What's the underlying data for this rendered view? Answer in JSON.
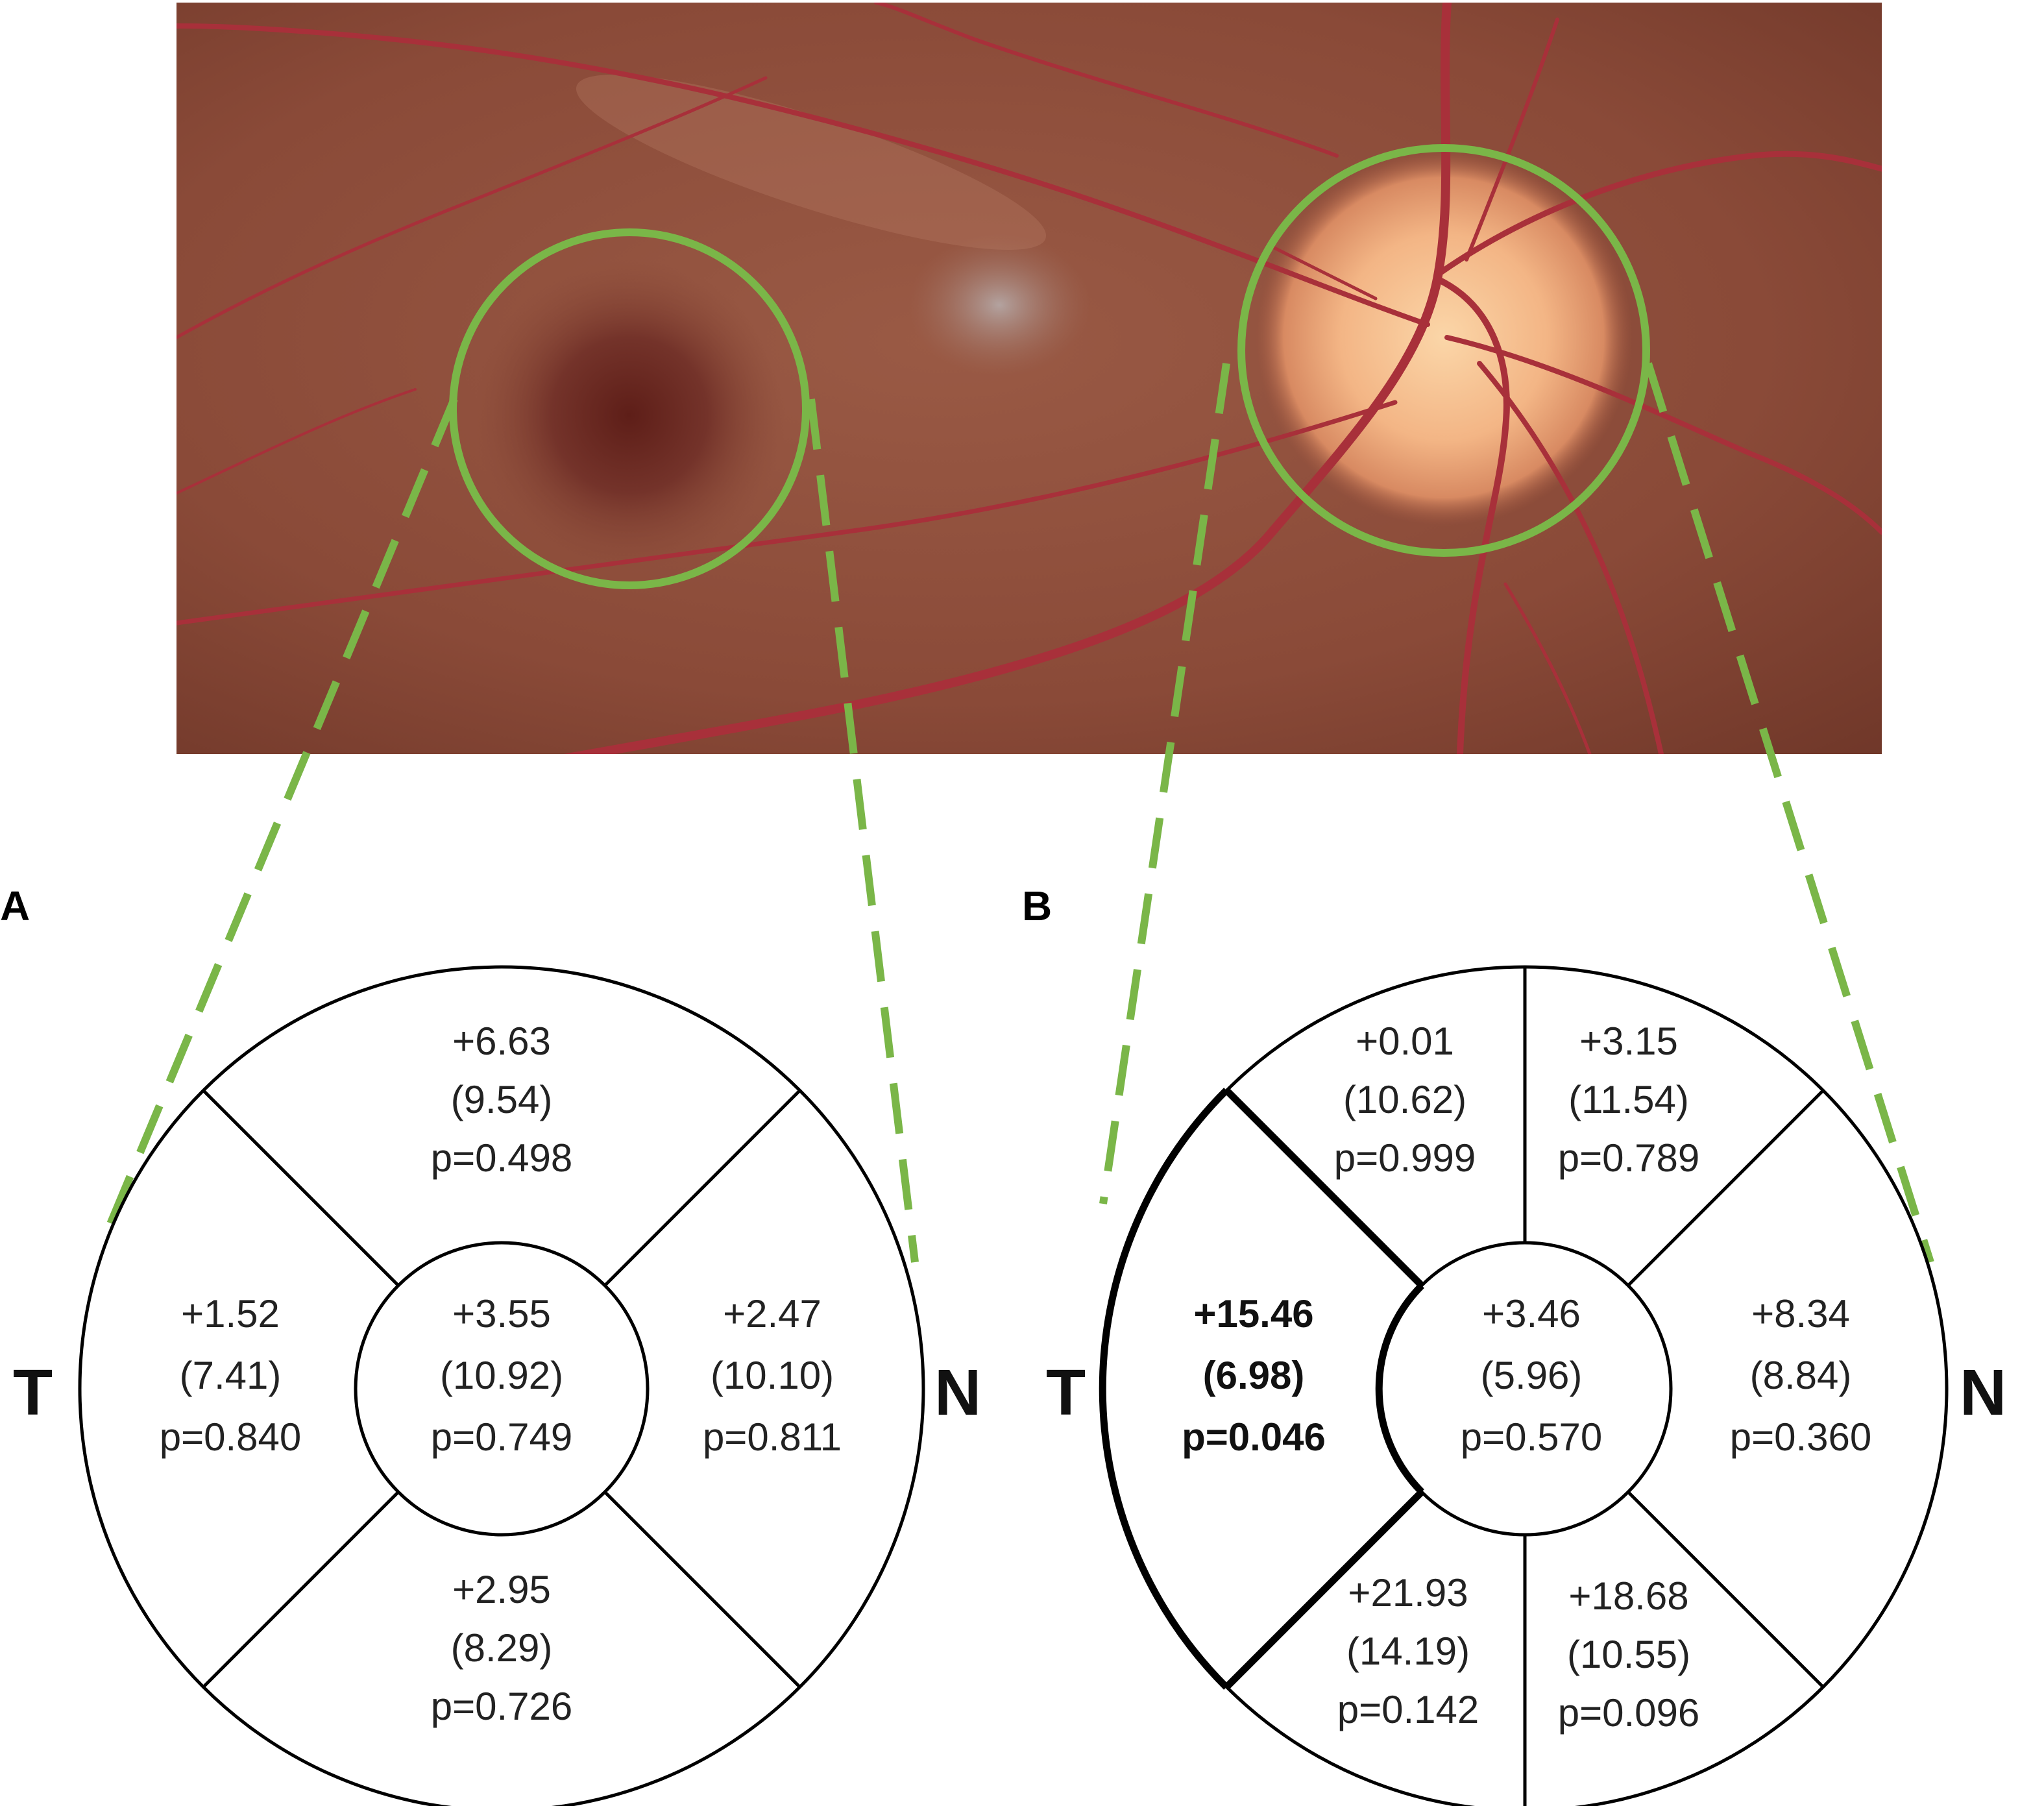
{
  "colors": {
    "highlight": "#7ab648",
    "outline": "#000000",
    "text": "#222222",
    "fundus_bg": "#8e4c3a",
    "optic_disc": "#f3b585",
    "vessel": "#a8303a"
  },
  "fundus": {
    "description_icons": [
      "fovea-region",
      "optic-disc-region"
    ]
  },
  "panels": {
    "A": {
      "letter": "A",
      "left_label": "T",
      "right_label": "N",
      "sectors": {
        "top": {
          "mean": "+6.63",
          "sd": "(9.54)",
          "p": "p=0.498",
          "bold": false
        },
        "left": {
          "mean": "+1.52",
          "sd": "(7.41)",
          "p": "p=0.840",
          "bold": false
        },
        "center": {
          "mean": "+3.55",
          "sd": "(10.92)",
          "p": "p=0.749",
          "bold": false
        },
        "right": {
          "mean": "+2.47",
          "sd": "(10.10)",
          "p": "p=0.811",
          "bold": false
        },
        "bottom": {
          "mean": "+2.95",
          "sd": "(8.29)",
          "p": "p=0.726",
          "bold": false
        }
      }
    },
    "B": {
      "letter": "B",
      "left_label": "T",
      "right_label": "N",
      "sectors": {
        "top_left": {
          "mean": "+0.01",
          "sd": "(10.62)",
          "p": "p=0.999",
          "bold": false
        },
        "top_right": {
          "mean": "+3.15",
          "sd": "(11.54)",
          "p": "p=0.789",
          "bold": false
        },
        "left": {
          "mean": "+15.46",
          "sd": "(6.98)",
          "p": "p=0.046",
          "bold": true
        },
        "center": {
          "mean": "+3.46",
          "sd": "(5.96)",
          "p": "p=0.570",
          "bold": false
        },
        "right": {
          "mean": "+8.34",
          "sd": "(8.84)",
          "p": "p=0.360",
          "bold": false
        },
        "bottom_left": {
          "mean": "+21.93",
          "sd": "(14.19)",
          "p": "p=0.142",
          "bold": false
        },
        "bottom_right": {
          "mean": "+18.68",
          "sd": "(10.55)",
          "p": "p=0.096",
          "bold": false
        }
      }
    }
  }
}
